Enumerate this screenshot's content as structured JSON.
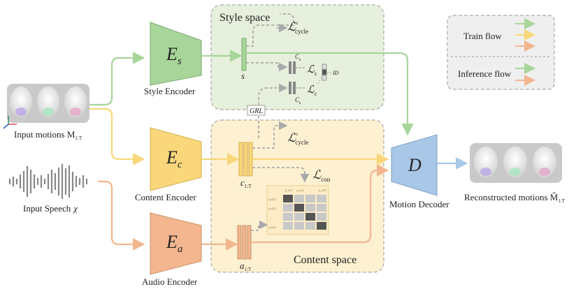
{
  "spaces": {
    "style": "Style space",
    "content": "Content space"
  },
  "encoders": {
    "style": {
      "symbol": "E",
      "sub": "s",
      "label": "Style Encoder"
    },
    "content": {
      "symbol": "E",
      "sub": "c",
      "label": "Content Encoder"
    },
    "audio": {
      "symbol": "E",
      "sub": "a",
      "label": "Audio Encoder"
    }
  },
  "decoder": {
    "symbol": "D",
    "label": "Motion Decoder"
  },
  "inputs": {
    "motions_label": "Input motions M",
    "motions_sub": "1:T",
    "speech_label": "Input Speech",
    "speech_symbol": "χ"
  },
  "output": {
    "label": "Reconstructed motions M̂",
    "sub": "1:T"
  },
  "legend": {
    "train": "Train flow",
    "inference": "Inference flow"
  },
  "style_vars": {
    "s": "s",
    "cs_top": "C",
    "cs_top_sub": "s",
    "cs_bot": "C",
    "cs_bot_sub": "s",
    "id": "ID",
    "grl": "GRL"
  },
  "losses": {
    "cycle_s": {
      "main": "ℒ",
      "sup": "s",
      "sub": "cycle"
    },
    "ls": {
      "main": "ℒ",
      "sub": "s"
    },
    "lc": {
      "main": "ℒ",
      "sub": "c"
    },
    "cycle_c": {
      "main": "ℒ",
      "sup": "c",
      "sub": "cycle"
    },
    "con": {
      "main": "ℒ",
      "sub": "con"
    }
  },
  "content_vars": {
    "c": "c",
    "c_sub": "1:T",
    "a": "a",
    "a_sub": "1:T"
  },
  "matrix": {
    "col_labels": [
      "a_c1,1",
      "a_c1,2",
      "...",
      "a_c1,T"
    ],
    "row_labels": [
      "a_a1,1",
      "a_a1,2",
      "...",
      "a_a1,T"
    ]
  },
  "colors": {
    "style_green": "#a8d59a",
    "content_yellow": "#f9d77a",
    "audio_orange": "#f3b68f",
    "decoder_blue": "#a9c8e8",
    "style_space_bg": "#e6f0dc",
    "content_space_bg": "#fdf1d1",
    "legend_bg": "#efefef"
  }
}
